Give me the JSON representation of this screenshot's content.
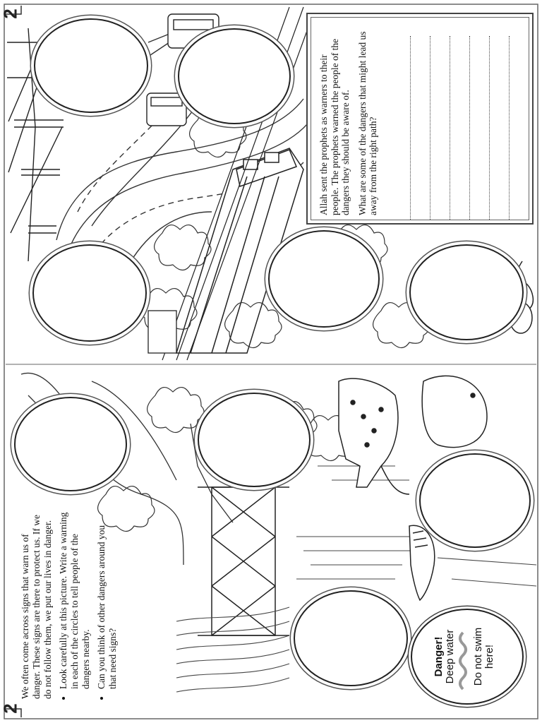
{
  "page_numbers": {
    "top_left": "2",
    "bottom_left": "2"
  },
  "intro": {
    "paragraph": "We often come across signs that warn us of danger. These signs are there to protect us. If we do not follow them, we put our lives in danger.",
    "bullets": [
      "Look carefully at this picture. Write a warning in each of the circles to tell people of the dangers nearby.",
      "Can you think of other dangers around you that need signs?"
    ]
  },
  "info_box": {
    "paragraph1": "Allah sent the prophets as warners to their people. The prophets warned the people of the dangers they should be aware of.",
    "paragraph2": "What are some of the dangers that might lead us away from the right path?",
    "answer_line_count": 6
  },
  "danger_sign": {
    "title": "Danger!",
    "line2": "Deep water",
    "line3": "Do not swim",
    "line4": "here!"
  },
  "warning_circles_count": 10
}
